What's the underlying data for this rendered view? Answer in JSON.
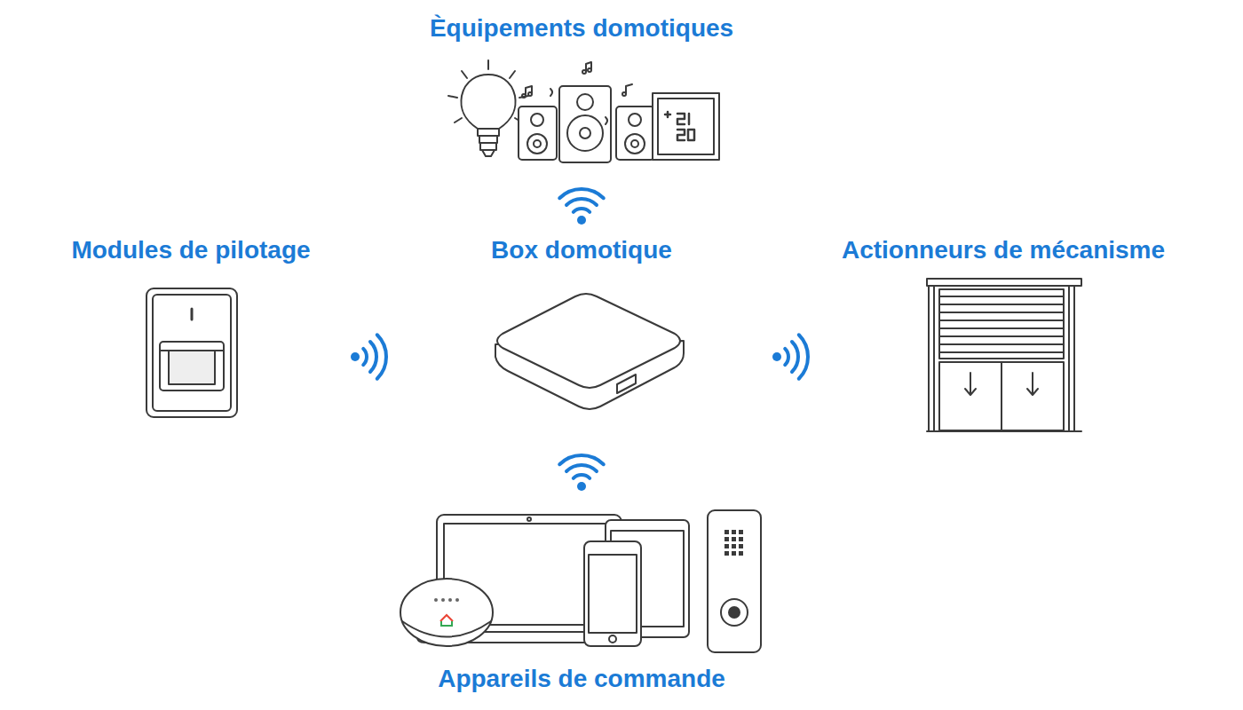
{
  "diagram": {
    "nodes": [
      {
        "text": [
          "Èquipements domotiques"
        ]
      },
      {
        "text": [
          "Modules de pilotage"
        ]
      },
      {
        "text": [
          "Box domotique"
        ]
      },
      {
        "text": [
          "Actionneurs de mécanisme"
        ]
      },
      {
        "text": [
          "Appareils de commande"
        ]
      }
    ]
  }
}
